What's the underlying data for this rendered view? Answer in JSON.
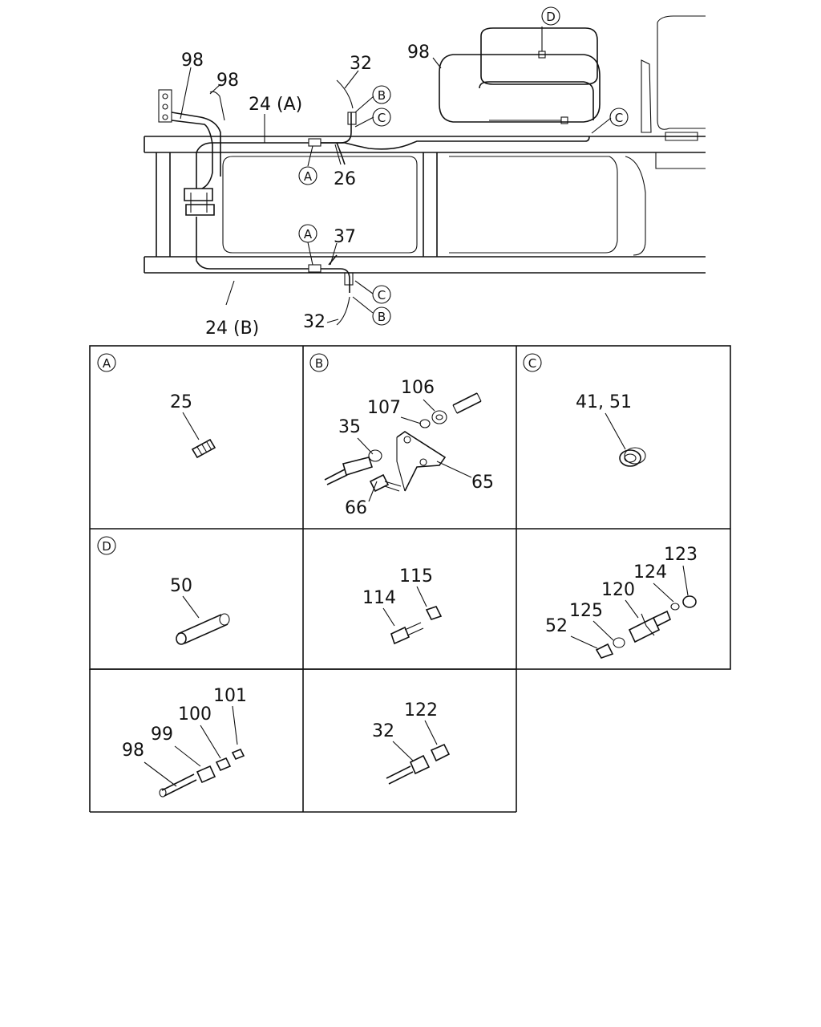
{
  "top_view": {
    "labels": {
      "p98_a": "98",
      "p98_b": "98",
      "p98_c": "98",
      "p24a": "24 (A)",
      "p32_top": "32",
      "p26": "26",
      "p37": "37",
      "p24b": "24 (B)",
      "p32_bot": "32"
    },
    "callouts": {
      "a_top": "A",
      "b_top": "B",
      "c_top": "C",
      "d_tank": "D",
      "c_right": "C",
      "a_bot": "A",
      "c_bot": "C",
      "b_bot": "B"
    }
  },
  "panels": {
    "a": {
      "letter": "A",
      "parts": {
        "p25": "25"
      }
    },
    "b": {
      "letter": "B",
      "parts": {
        "p106": "106",
        "p107": "107",
        "p35": "35",
        "p65": "65",
        "p66": "66"
      }
    },
    "c": {
      "letter": "C",
      "parts": {
        "p4151": "41, 51"
      }
    },
    "d": {
      "letter": "D",
      "parts": {
        "p50": "50"
      }
    },
    "e": {
      "parts": {
        "p115": "115",
        "p114": "114"
      }
    },
    "f": {
      "parts": {
        "p123": "123",
        "p124": "124",
        "p120": "120",
        "p125": "125",
        "p52": "52"
      }
    },
    "g": {
      "parts": {
        "p101": "101",
        "p100": "100",
        "p99": "99",
        "p98": "98"
      }
    },
    "h": {
      "parts": {
        "p122": "122",
        "p32": "32"
      }
    }
  }
}
